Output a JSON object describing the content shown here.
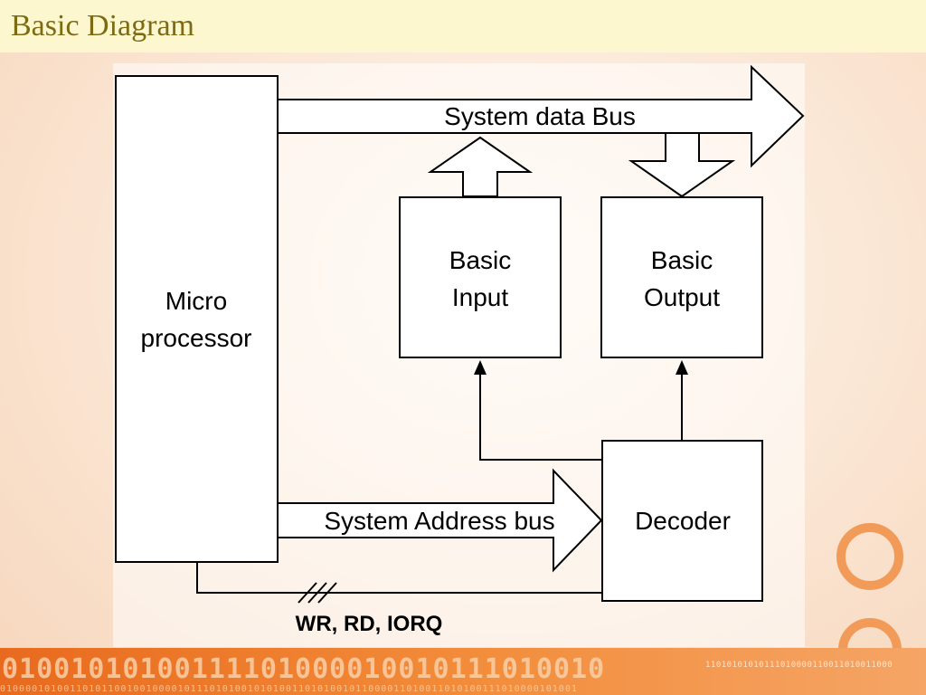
{
  "title": "Basic Diagram",
  "blocks": {
    "microprocessor": [
      "Micro",
      "processor"
    ],
    "basic_input": [
      "Basic",
      "Input"
    ],
    "basic_output": [
      "Basic",
      "Output"
    ],
    "decoder": "Decoder"
  },
  "buses": {
    "data_bus": "System data Bus",
    "address_bus": "System Address bus",
    "control_lines": "WR, RD, IORQ"
  },
  "decoration": {
    "binary_large": "01001010100111101000010010111010010",
    "binary_small": "11010101010111010000110011010011000",
    "binary_thin": "0100001010011010110010010000101110101001010100110101001011000011010011010100111010000101001"
  },
  "colors": {
    "title": "#7d6b12",
    "title_bar": "#fdf7cf",
    "accent_orange": "#e86a1e",
    "diagram_panel": "#ffffff"
  }
}
